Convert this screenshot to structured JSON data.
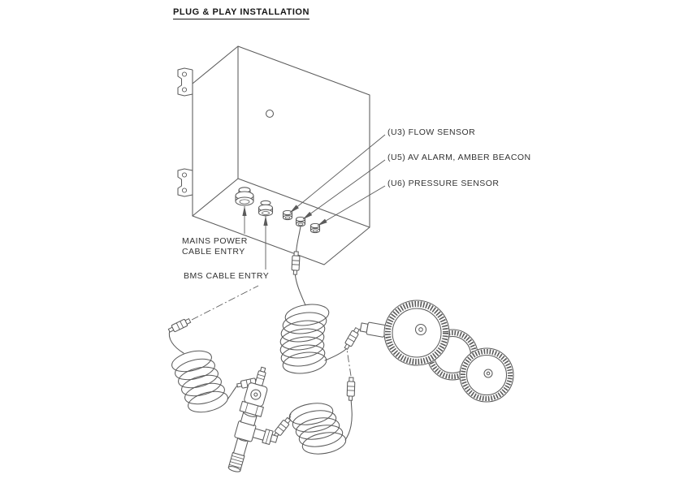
{
  "title": "PLUG & PLAY INSTALLATION",
  "callouts": {
    "u3": {
      "label": "(U3) FLOW SENSOR"
    },
    "u5": {
      "label": "(U5) AV ALARM, AMBER BEACON"
    },
    "u6": {
      "label": "(U6) PRESSURE SENSOR"
    },
    "mains": {
      "line1": "MAINS POWER",
      "line2": "CABLE ENTRY"
    },
    "bms": {
      "label": "BMS CABLE ENTRY"
    }
  },
  "colors": {
    "line": "#5b5b5b",
    "text": "#333333",
    "title": "#161616",
    "background": "#ffffff"
  }
}
